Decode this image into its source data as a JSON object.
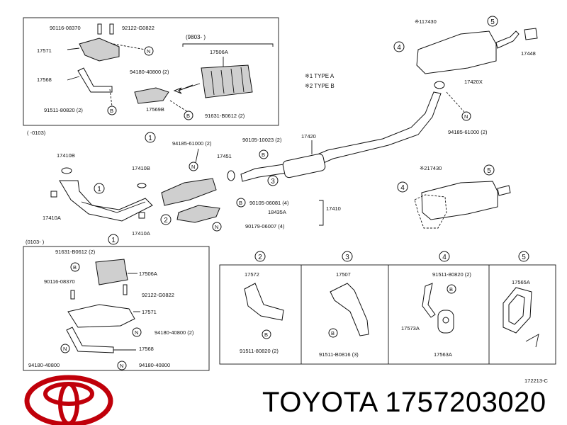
{
  "brand": {
    "name": "TOYOTA",
    "part_number": "1757203020",
    "logo": "toyota-logo"
  },
  "diagram_code": "172213-C",
  "legend": {
    "type_a": "※1  TYPE A",
    "type_b": "※2  TYPE B"
  },
  "inset_top": {
    "period": "(     -0103)",
    "range": "(9803-     )",
    "labels": {
      "bolt1": "90116-08370",
      "nut1": "92122-G0822",
      "bracket": "17571",
      "nut2": "94180-40800 (2)",
      "cover": "17506A",
      "support": "17568",
      "bolt2": "91511-80820 (2)",
      "gasket": "17569B",
      "bolt3": "91631-B0612 (2)"
    }
  },
  "inset_bottom": {
    "period": "(0103-     )",
    "labels": {
      "bolt3": "91631-B0612 (2)",
      "cover": "17506A",
      "bolt1": "90116-08370",
      "nut1": "92122-G0822",
      "bracket": "17571",
      "nut2": "94180-40800 (2)",
      "support": "17568",
      "nut3": "94180-40800",
      "nut4": "94180-40800"
    }
  },
  "main": {
    "labels": {
      "gasket_front": "17410B",
      "gasket_mid": "17410B",
      "bolt_front": "17410A",
      "bolt_mid": "17410A",
      "nut_flange": "94185-61000 (2)",
      "gasket_ring": "17451",
      "bolt_center": "90105-10023 (2)",
      "center_pipe": "17420",
      "tail_pipe": "17420X",
      "nut_tail": "94185-61000 (2)",
      "muffler_a": "※117430",
      "muffler_b": "※217430",
      "tip": "17448",
      "stud": "90105-06081 (4)",
      "heat_insulator": "18435A",
      "front_pipe": "17410",
      "nut_insulator": "90179-06007 (4)"
    },
    "callouts": [
      "1",
      "1",
      "2",
      "3",
      "4",
      "5",
      "4",
      "5"
    ]
  },
  "bottom_panels": [
    {
      "num": "2",
      "label": "17572",
      "bolt": "91511-80820 (2)"
    },
    {
      "num": "3",
      "label": "17507",
      "bolt": "91511-B0816 (3)"
    },
    {
      "num": "4",
      "label_a": "91511-80820 (2)",
      "label_b": "17573A",
      "label_c": "17563A"
    },
    {
      "num": "5",
      "label": "17565A"
    }
  ],
  "markers": {
    "b": "B",
    "n": "N"
  }
}
